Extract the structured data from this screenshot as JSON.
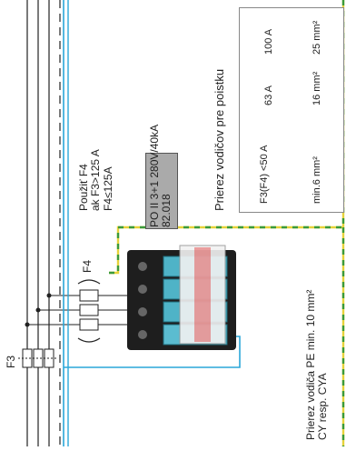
{
  "labels": {
    "f3": "F3",
    "f4": "F4",
    "use_f4": [
      "Použiť F4",
      "ak F3>125 A",
      "F4≤125A"
    ],
    "spd_spec": [
      "PO II 3+1 280V/40kA",
      "82.018"
    ],
    "pe_note": [
      "Prierez vodiča PE min. 10 mm²",
      "CY resp. CYA"
    ],
    "table_title": "Prierez vodičov pre poistku"
  },
  "sizing_table": {
    "rows": [
      {
        "fuse": "F3(F4) <50 A",
        "section": "min.6 mm²"
      },
      {
        "fuse": "63 A",
        "section": "16 mm²"
      },
      {
        "fuse": "100 A",
        "section": "25 mm²"
      }
    ]
  },
  "colors": {
    "wire": "#222222",
    "pe_wire": "#2aa7d8",
    "pe_yellow": "#e6d23a",
    "pe_green": "#3a9a3a",
    "box_grey": "#aaaaaa",
    "module_teal": "#4fb3c7"
  }
}
